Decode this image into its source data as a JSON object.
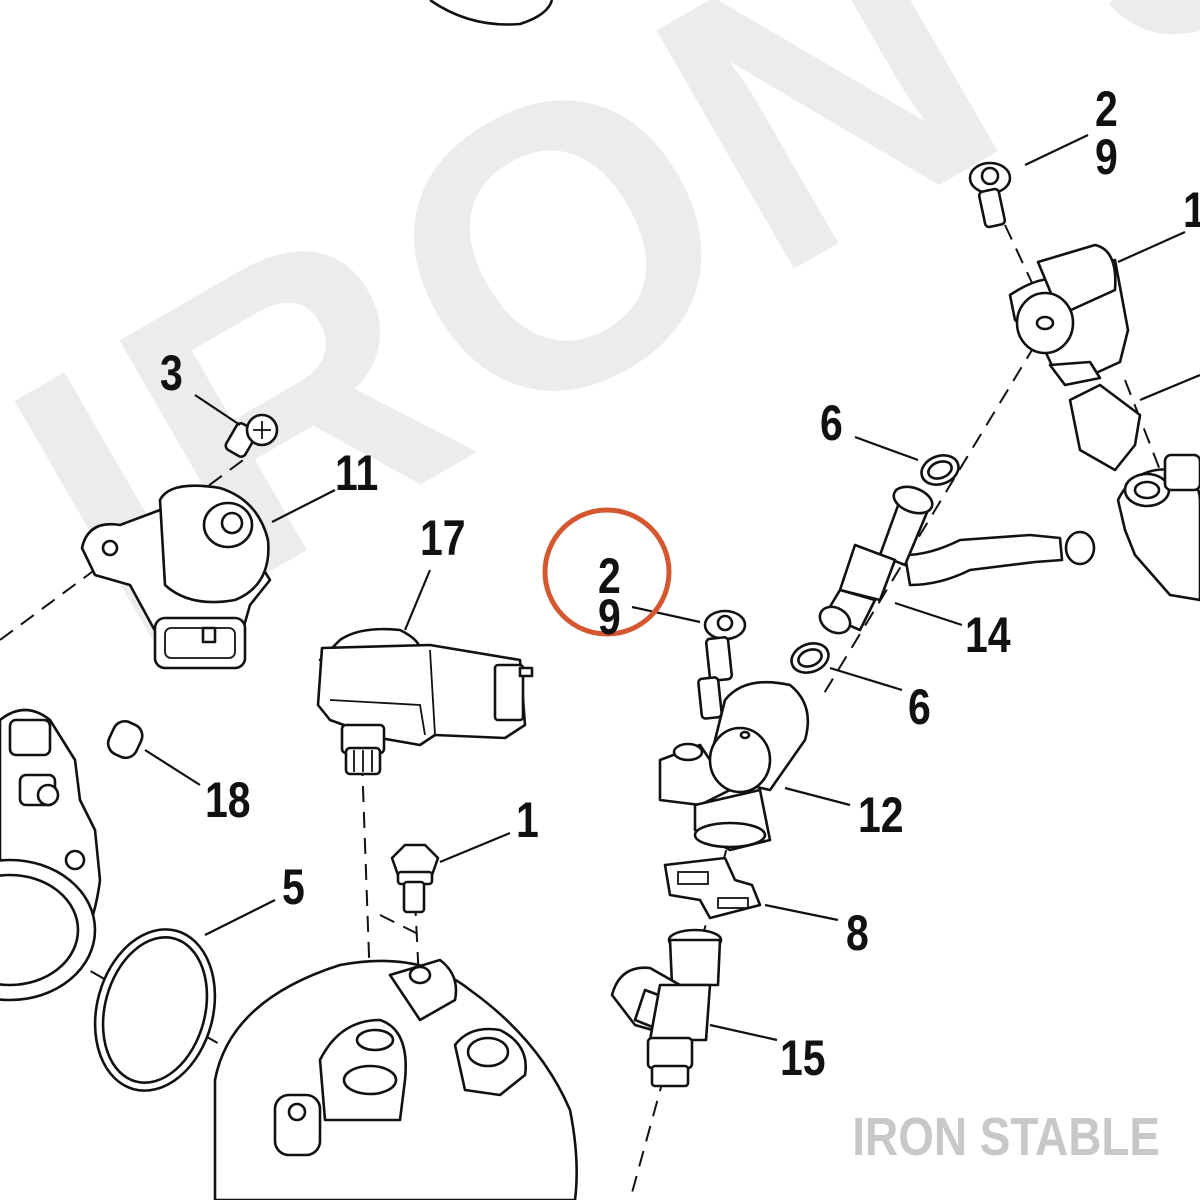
{
  "watermark": {
    "large_text": "IRON STABLE",
    "corner_text": "IRON STABLE"
  },
  "callouts": {
    "c3": "3",
    "c11": "11",
    "c17": "17",
    "c2_top": "2",
    "c9_top": "9",
    "c1_top_right": "1",
    "c6_upper": "6",
    "c14": "14",
    "c6_lower": "6",
    "c12": "12",
    "c2_circled": "2",
    "c9_circled": "9",
    "c18": "18",
    "c1_mid": "1",
    "c5": "5",
    "c8": "8",
    "c15": "15"
  },
  "highlight": {
    "color": "#d4572f",
    "target": "2 / 9"
  },
  "colors": {
    "ink": "#111111",
    "watermark_large": "#ececec",
    "watermark_corner": "#c8c8c8"
  }
}
